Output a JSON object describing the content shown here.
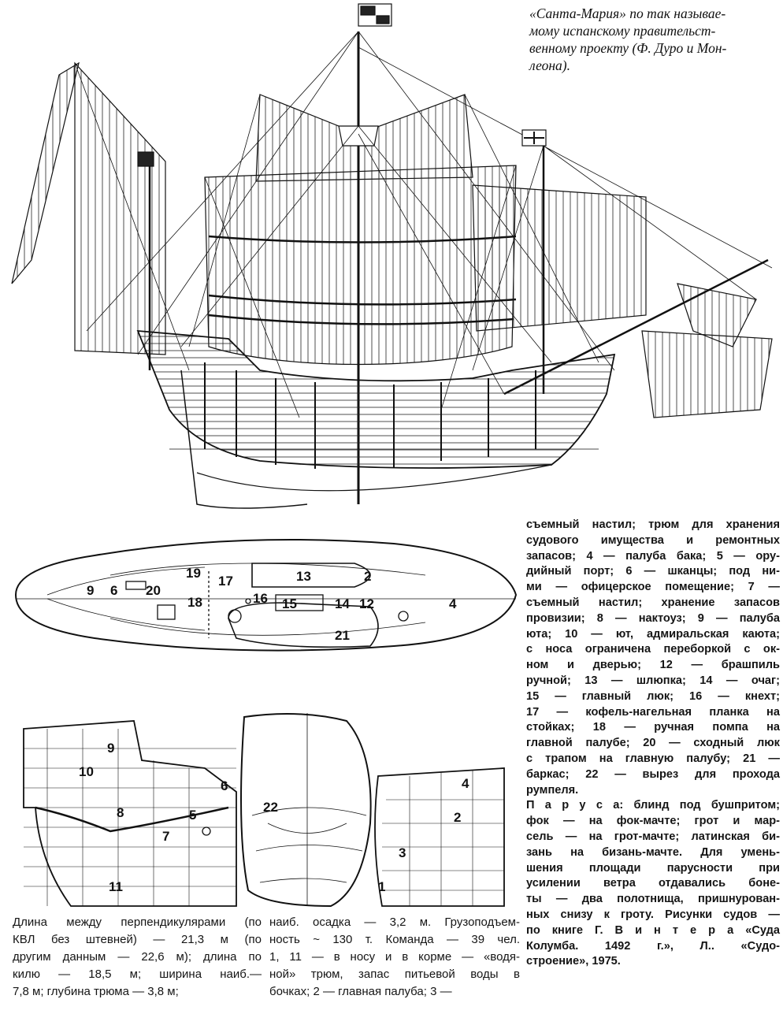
{
  "caption": {
    "lines": [
      "«Санта-Мария» по так называе-",
      "мому испанскому правительст-",
      "венному проекту (Ф. Дуро и Мон-",
      "леона)."
    ]
  },
  "plan_labels": [
    "9",
    "6",
    "20",
    "19",
    "18",
    "17",
    "16",
    "13",
    "2",
    "15",
    "14",
    "12",
    "4",
    "21"
  ],
  "section_labels": [
    "9",
    "10",
    "8",
    "5",
    "7",
    "6",
    "11",
    "22",
    "4",
    "2",
    "3",
    "1"
  ],
  "right_column": [
    "съемный настил; трюм для хранения",
    "судового имущества и ремонтных",
    "запасов; 4 — палуба бака; 5 — ору-",
    "дийный порт; 6 — шканцы; под ни-",
    "ми — офицерское помещение; 7 —",
    "съемный настил; хранение запасов",
    "провизии; 8 — нактоуз; 9 — палуба",
    "юта; 10 — ют, адмиральская каюта;",
    "с носа ограничена переборкой с ок-",
    "ном и дверью; 12 — брашпиль",
    "ручной; 13 — шлюпка; 14 — очаг;",
    "15 — главный люк; 16 — кнехт;",
    "17 — кофель-нагельная планка на",
    "стойках; 18 — ручная помпа на",
    "главной палубе; 20 — сходный люк",
    "с трапом на главную палубу; 21 —",
    "баркас; 22 — вырез для прохода",
    "румпеля.",
    "П а р у с а: блинд под бушпритом;",
    "фок — на фок-мачте; грот и мар-",
    "сель — на грот-мачте; латинская би-",
    "зань на бизань-мачте. Для умень-",
    "шения площади парусности при",
    "усилении ветра отдавались боне-",
    "ты — два полотнища, пришнурован-",
    "ных снизу к гроту. Рисунки судов —",
    "по книге Г. В и н т е р а «Суда",
    "Колумба. 1492 г.», Л.. «Судо-",
    "строение», 1975."
  ],
  "bottom_col1": [
    "Длина между перпендикулярами (по",
    "КВЛ без штевней) — 21,3 м (по",
    "другим данным — 22,6 м); длина по",
    "килю — 18,5 м; ширина наиб.—",
    "7,8 м; глубина трюма — 3,8 м;"
  ],
  "bottom_col2": [
    "наиб. осадка — 3,2 м. Грузоподъем-",
    "ность ~ 130 т. Команда — 39 чел.",
    "1, 11 — в носу и в корме — «водя-",
    "ной» трюм, запас питьевой воды в",
    "бочках; 2 — главная палуба; 3 —"
  ]
}
